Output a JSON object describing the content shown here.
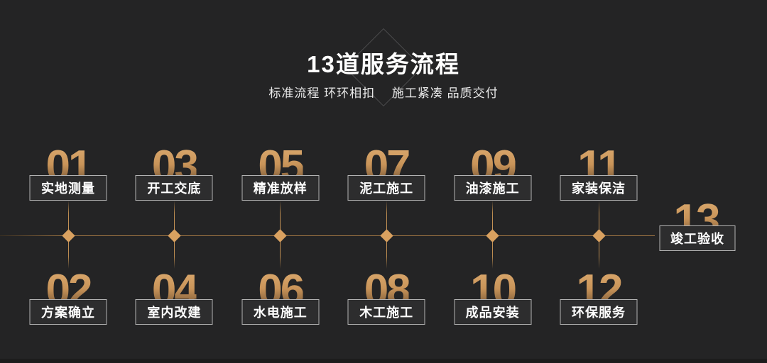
{
  "header": {
    "title": "13道服务流程",
    "subtitle": "标准流程 环环相扣　 施工紧凑 品质交付"
  },
  "timeline": {
    "steps_top": [
      {
        "num": "01",
        "label": "实地测量"
      },
      {
        "num": "03",
        "label": "开工交底"
      },
      {
        "num": "05",
        "label": "精准放样"
      },
      {
        "num": "07",
        "label": "泥工施工"
      },
      {
        "num": "09",
        "label": "油漆施工"
      },
      {
        "num": "11",
        "label": "家装保洁"
      }
    ],
    "steps_bottom": [
      {
        "num": "02",
        "label": "方案确立"
      },
      {
        "num": "04",
        "label": "室内改建"
      },
      {
        "num": "06",
        "label": "水电施工"
      },
      {
        "num": "08",
        "label": "木工施工"
      },
      {
        "num": "10",
        "label": "成品安装"
      },
      {
        "num": "12",
        "label": "环保服务"
      }
    ],
    "final_step": {
      "num": "13",
      "label": "竣工验收"
    }
  },
  "colors": {
    "background": "#242425",
    "timeline_line_gold": "#9d7442",
    "marker_gold": "#d9a160",
    "number_gradient_top": "#dcab70",
    "number_gradient_bottom": "#57402a",
    "box_border": "#b2b2b2",
    "box_background": "#2d2d2e",
    "title_color": "#ffffff",
    "subtitle_color": "#e9e9e9"
  }
}
